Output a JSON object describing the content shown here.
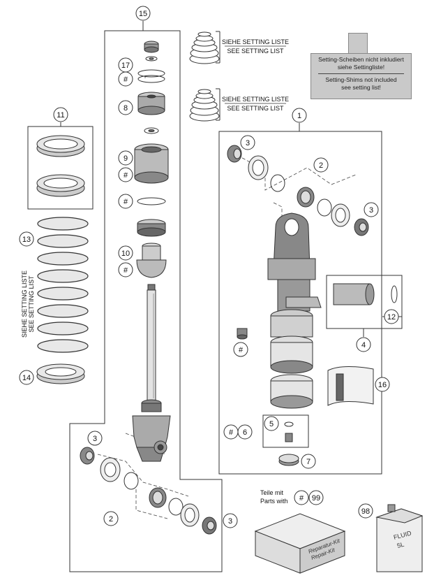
{
  "callouts": {
    "c1": "1",
    "c2a": "2",
    "c2b": "2",
    "c3a": "3",
    "c3b": "3",
    "c3c": "3",
    "c3d": "3",
    "c4": "4",
    "c5": "5",
    "c6": "6",
    "c7": "7",
    "c8": "8",
    "c9": "9",
    "c10": "10",
    "c11": "11",
    "c12": "12",
    "c13": "13",
    "c14": "14",
    "c15a": "15",
    "c15b": "15",
    "c16": "16",
    "c17": "17",
    "c98": "98",
    "c99": "99",
    "hash1": "#",
    "hash2": "#",
    "hash3": "#",
    "hash4": "#",
    "hash5": "#",
    "hash6": "#",
    "hash7": "#"
  },
  "labels": {
    "setting_de_1": "SIEHE SETTING LISTE",
    "setting_en_1": "SEE SETTING LIST",
    "setting_de_2": "SIEHE SETTING LISTE",
    "setting_en_2": "SEE SETTING LIST",
    "spring_de": "SIEHE SETTING LISTE",
    "spring_en": "SEE SETTING LIST",
    "parts_de": "Teile mit",
    "parts_en": "Parts with",
    "box_1": "Reparatur-Kit",
    "box_2": "Repair-Kit",
    "can_1": "FLUID",
    "can_2": "5L"
  },
  "notice": {
    "line1": "Setting-Scheiben nicht inkludiert",
    "line2": "siehe Settingliste!",
    "line3": "Setting-Shims not included",
    "line4": "see setting list!"
  }
}
